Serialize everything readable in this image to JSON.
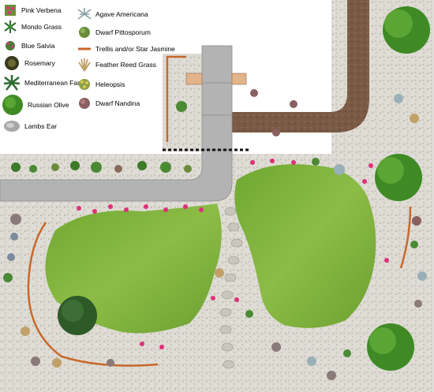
{
  "legend": [
    {
      "key": "pink_verbena",
      "label": "Pink Verbena",
      "icon": "pink-verbena-icon"
    },
    {
      "key": "mondo_grass",
      "label": "Mondo Grass",
      "icon": "mondo-grass-icon"
    },
    {
      "key": "blue_salvia",
      "label": "Blue Salvia",
      "icon": "blue-salvia-icon"
    },
    {
      "key": "rosemary",
      "label": "Rosemary",
      "icon": "rosemary-icon"
    },
    {
      "key": "med_fan",
      "label": "Mediterranean Fan",
      "icon": "mediterranean-fan-palm-icon"
    },
    {
      "key": "russian_olive",
      "label": "Russian Olive",
      "icon": "russian-olive-tree-icon"
    },
    {
      "key": "lambs_ear",
      "label": "Lambs Ear",
      "icon": "lambs-ear-icon"
    },
    {
      "key": "agave",
      "label": "Agave Americana",
      "icon": "agave-icon"
    },
    {
      "key": "pittosporum",
      "label": "Dwarf Pittosporum",
      "icon": "pittosporum-icon"
    },
    {
      "key": "trellis",
      "label": "Trellis and/or Star Jasmine",
      "icon": "trellis-line-icon"
    },
    {
      "key": "feather_reed",
      "label": "Feather Reed Grass",
      "icon": "feather-reed-grass-icon"
    },
    {
      "key": "heleopsis",
      "label": "Heleopsis",
      "icon": "heleopsis-icon"
    },
    {
      "key": "nandina",
      "label": "Dwarf Nandina",
      "icon": "dwarf-nandina-icon"
    }
  ],
  "colors": {
    "gravel": "#dcd9d2",
    "concrete": "#b0b0b0",
    "brick": "#7a5a45",
    "lawn": "#7fb03a",
    "trellis": "#c8682a",
    "verbena": "#e0307a",
    "tree": "#3f8a25"
  }
}
